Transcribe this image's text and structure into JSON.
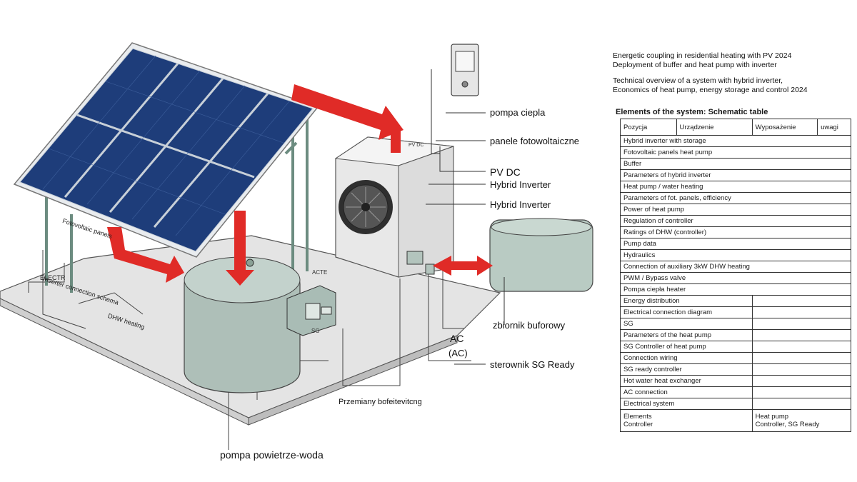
{
  "labels": {
    "pompa_ciepla": "pompa ciepla",
    "panele": "panele fotowoltaiczne",
    "pv_dc": "PV DC",
    "hybrid_inverter": "Hybrid Inverter",
    "hybrid_inverter_2": "Hybrid Inverter",
    "zbiornik": "zbiornik buforowy",
    "ac": "AC",
    "ac_sub": "(AC)",
    "sterownik": "sterownik SG Ready",
    "przemiany": "Przemiany bofeitevitcng",
    "powietrze": "pompa powietrze-woda",
    "panel_side": "Fotovoltaic panels",
    "floor_a": "ELECTR",
    "floor_b": "Inverter connection schema",
    "floor_c": "DHW heating",
    "unit_tag": "PV DC",
    "tank_tag": "ACTE",
    "inv_tag": "SG"
  },
  "notes": [
    "Energetic coupling in residential heating with PV 2024",
    "Deployment of buffer and heat pump with inverter",
    "Technical overview of a system with hybrid inverter,",
    "Economics of heat pump, energy storage and control 2024"
  ],
  "spec": {
    "title": "Elements of the system: Schematic table",
    "header": [
      "Pozycja",
      "Urządzenie",
      "Wyposażenie",
      "uwagi"
    ],
    "rows_full": [
      "Hybrid inverter with storage",
      "Fotovoltaic panels heat pump",
      "Buffer",
      "Parameters of hybrid inverter",
      "Heat pump / water heating",
      "Parameters of fot. panels, efficiency",
      "Power of heat pump",
      "Regulation of controller",
      "Ratings of DHW (controller)",
      "Pump data",
      "Hydraulics",
      "Connection of auxiliary 3kW DHW heating",
      "PWM / Bypass valve",
      "Pompa ciepła heater"
    ],
    "rows_split": [
      "Energy distribution",
      "Electrical connection diagram",
      "SG",
      "Parameters of the heat pump",
      "SG Controller of heat pump",
      "Connection wiring",
      "SG ready controller",
      "Hot water heat exchanger",
      "AC connection",
      "Electrical system"
    ],
    "footer": [
      "Elements",
      "Controller"
    ],
    "footer_right": [
      "Heat pump",
      "Controller, SG Ready"
    ]
  }
}
